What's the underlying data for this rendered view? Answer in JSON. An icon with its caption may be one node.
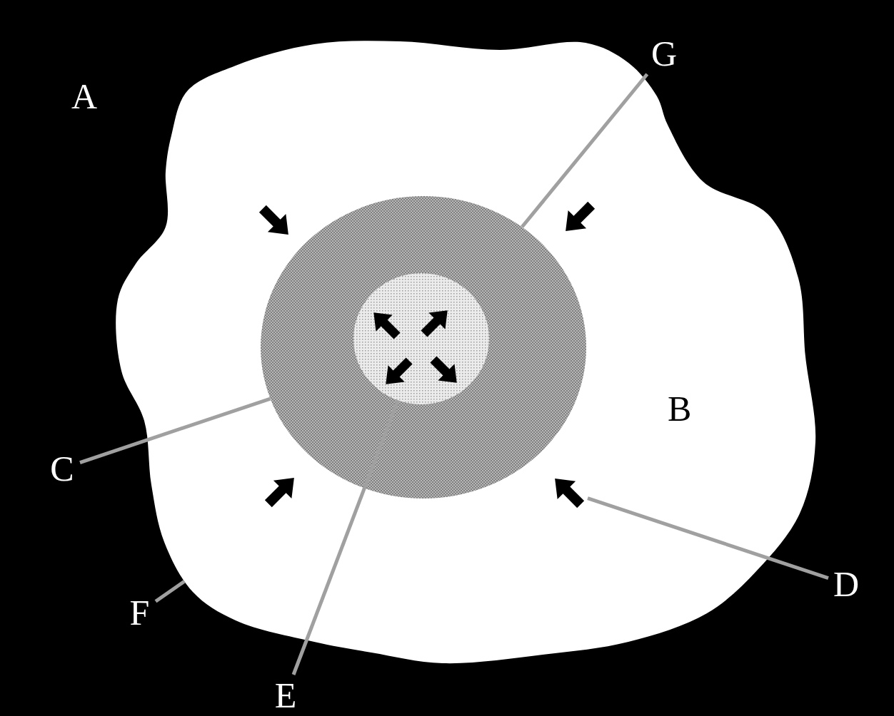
{
  "diagram": {
    "nodes": [
      {
        "text": [],
        "shape": "cloud"
      },
      {
        "text": [],
        "shape": "circle",
        "in": 0
      },
      {
        "text": [],
        "shape": "circle",
        "in": 1
      },
      {
        "text": [],
        "shape": "arrow",
        "in": 0
      },
      {
        "text": [],
        "shape": "arrow",
        "in": 0
      },
      {
        "text": [],
        "shape": "arrow",
        "in": 2
      },
      {
        "text": [],
        "shape": "arrow",
        "in": 2
      },
      {
        "text": [],
        "shape": "arrow",
        "in": 2
      },
      {
        "text": [],
        "shape": "arrow",
        "in": 2
      },
      {
        "text": [],
        "shape": "arrow",
        "in": 0
      },
      {
        "text": [],
        "shape": "arrow",
        "in": 0
      },
      {
        "text": [
          "G"
        ]
      },
      {
        "text": [
          "C"
        ]
      },
      {
        "text": [
          "D"
        ]
      },
      {
        "text": [
          "E"
        ]
      },
      {
        "text": [
          "F"
        ]
      }
    ],
    "edges": [
      {
        "from": 11,
        "to": 1,
        "arrow": "none"
      },
      {
        "from": 12,
        "to": 1,
        "arrow": "none"
      },
      {
        "from": 13,
        "to": 10,
        "arrow": "none"
      },
      {
        "from": 14,
        "to": 2,
        "arrow": "none"
      },
      {
        "from": 15,
        "to": 0,
        "arrow": "none"
      }
    ],
    "labels": [
      "A",
      "B"
    ]
  }
}
